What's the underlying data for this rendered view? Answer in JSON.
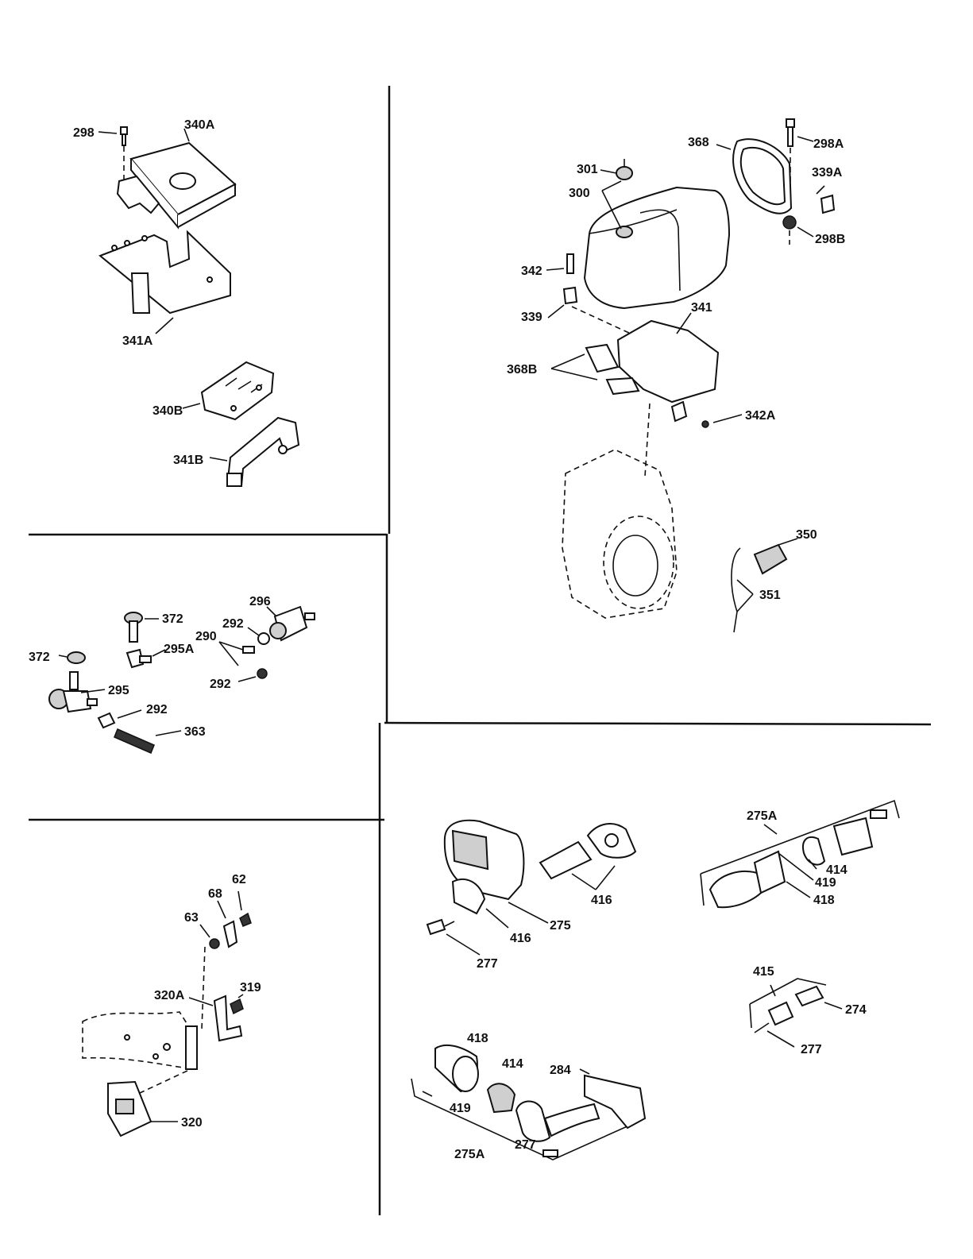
{
  "labels": {
    "p298": "298",
    "p340a": "340A",
    "p341a": "341A",
    "p340b": "340B",
    "p341b": "341B",
    "p372a": "372",
    "p296": "296",
    "p292a": "292",
    "p290": "290",
    "p295a": "295A",
    "p372b": "372",
    "p292b": "292",
    "p295": "295",
    "p292c": "292",
    "p363": "363",
    "p62": "62",
    "p68": "68",
    "p63": "63",
    "p319": "319",
    "p320a": "320A",
    "p320": "320",
    "p368": "368",
    "p298a": "298A",
    "p301": "301",
    "p339a": "339A",
    "p300": "300",
    "p298b": "298B",
    "p342": "342",
    "p339": "339",
    "p341": "341",
    "p368b": "368B",
    "p342a": "342A",
    "p350": "350",
    "p351": "351",
    "p275a_1": "275A",
    "p414_1": "414",
    "p419_1": "419",
    "p418_1": "418",
    "p416_1": "416",
    "p275": "275",
    "p416_2": "416",
    "p277_1": "277",
    "p415": "415",
    "p274": "274",
    "p277_2": "277",
    "p418_2": "418",
    "p414_2": "414",
    "p284": "284",
    "p419_2": "419",
    "p277_3": "277",
    "p275a_2": "275A"
  }
}
